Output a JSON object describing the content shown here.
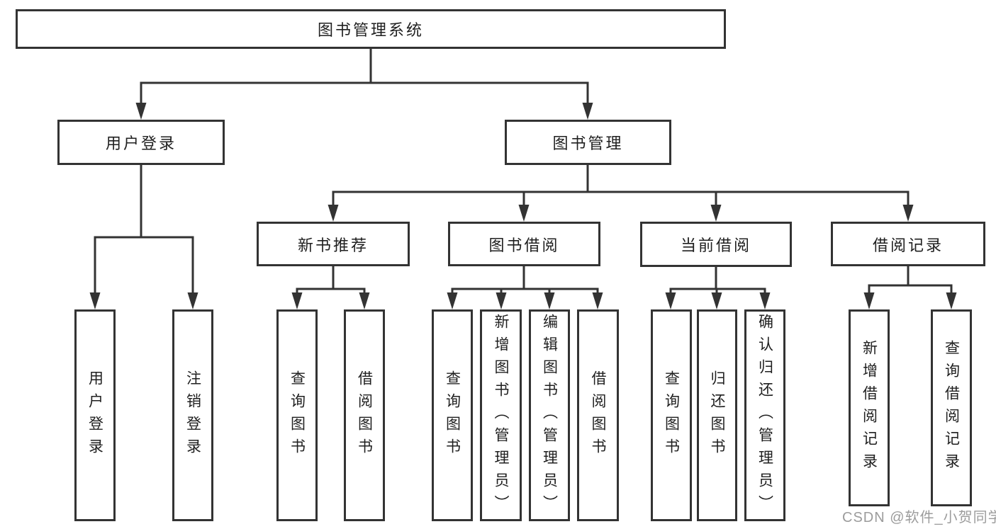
{
  "diagram_type": "hierarchy-tree",
  "tree": {
    "label": "图书管理系统",
    "children": [
      {
        "label": "用户登录",
        "children": [
          {
            "label": "用户登录"
          },
          {
            "label": "注销登录"
          }
        ]
      },
      {
        "label": "图书管理",
        "children": [
          {
            "label": "新书推荐",
            "children": [
              {
                "label": "查询图书"
              },
              {
                "label": "借阅图书"
              }
            ]
          },
          {
            "label": "图书借阅",
            "children": [
              {
                "label": "查询图书"
              },
              {
                "label": "新增图书（管理员）"
              },
              {
                "label": "编辑图书（管理员）"
              },
              {
                "label": "借阅图书"
              }
            ]
          },
          {
            "label": "当前借阅",
            "children": [
              {
                "label": "查询图书"
              },
              {
                "label": "归还图书"
              },
              {
                "label": "确认归还（管理员）"
              }
            ]
          },
          {
            "label": "借阅记录",
            "children": [
              {
                "label": "新增借阅记录"
              },
              {
                "label": "查询借阅记录"
              }
            ]
          }
        ]
      }
    ]
  },
  "watermark": {
    "text": "CSDN @软件_小贺同学"
  },
  "colors": {
    "line": "#333333",
    "box_border": "#333333",
    "box_fill": "#ffffff",
    "text": "#1f1f1f",
    "watermark": "#9c9c9c",
    "background": "#ffffff"
  }
}
